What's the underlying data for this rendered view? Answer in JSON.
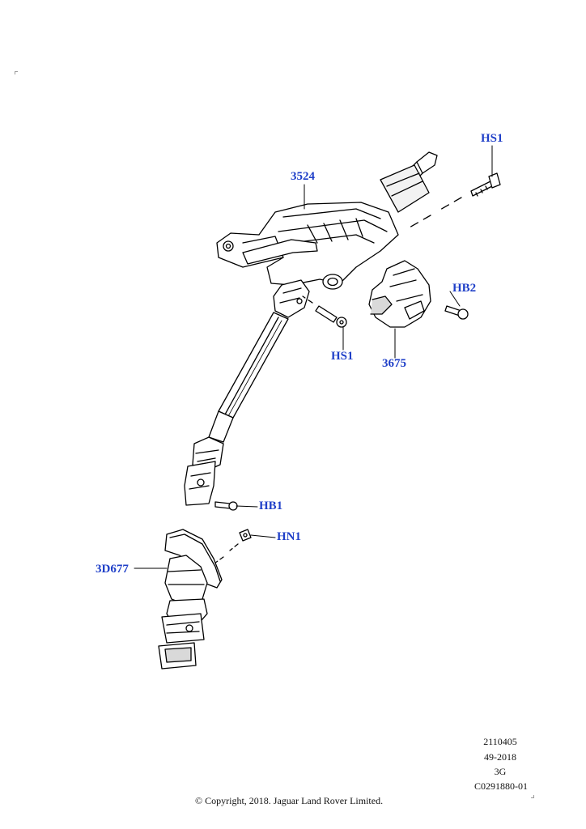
{
  "callouts": {
    "hs1_top": "HS1",
    "p3524": "3524",
    "hb2": "HB2",
    "hs1_mid": "HS1",
    "p3675": "3675",
    "hb1": "HB1",
    "hn1": "HN1",
    "p3d677": "3D677"
  },
  "meta": {
    "line1": "2110405",
    "line2": "49-2018",
    "line3": "3G",
    "line4": "C0291880-01"
  },
  "copyright": "© Copyright, 2018. Jaguar Land Rover Limited.",
  "colors": {
    "callout": "#1f3fc8",
    "line": "#000000",
    "shade": "#d9d9d9"
  }
}
